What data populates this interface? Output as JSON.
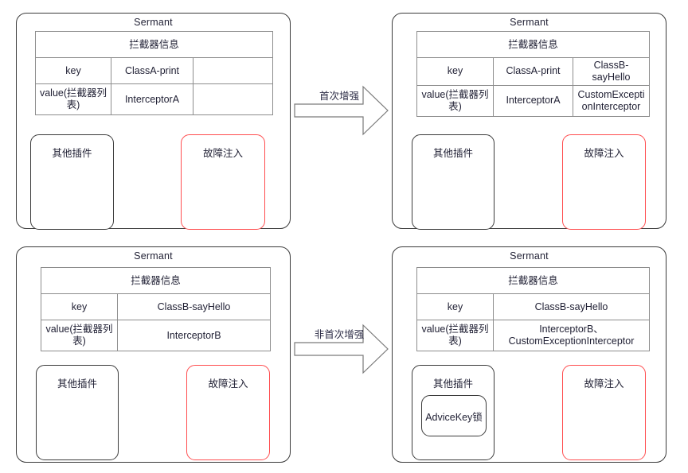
{
  "diagram": {
    "title_text": "Sermant",
    "panels": [
      {
        "id": "top-left",
        "name": "Sermant",
        "table": {
          "header": "拦截器信息",
          "rows": [
            {
              "label": "key",
              "cells": [
                "ClassA-print",
                ""
              ]
            },
            {
              "label": "value(拦截器列表)",
              "cells": [
                "InterceptorA",
                ""
              ]
            }
          ]
        },
        "plugins": {
          "other": "其他插件",
          "other_sub": "",
          "fault": "故障注入"
        }
      },
      {
        "id": "top-right",
        "name": "Sermant",
        "table": {
          "header": "拦截器信息",
          "rows": [
            {
              "label": "key",
              "cells": [
                "ClassA-print",
                "ClassB-sayHello"
              ]
            },
            {
              "label": "value(拦截器列表)",
              "cells": [
                "InterceptorA",
                "CustomExceptionInterceptor"
              ]
            }
          ]
        },
        "plugins": {
          "other": "其他插件",
          "other_sub": "",
          "fault": "故障注入"
        }
      },
      {
        "id": "bottom-left",
        "name": "Sermant",
        "table": {
          "header": "拦截器信息",
          "rows": [
            {
              "label": "key",
              "cells": [
                "ClassB-sayHello"
              ]
            },
            {
              "label": "value(拦截器列表)",
              "cells": [
                "InterceptorB"
              ]
            }
          ]
        },
        "plugins": {
          "other": "其他插件",
          "other_sub": "",
          "fault": "故障注入"
        }
      },
      {
        "id": "bottom-right",
        "name": "Sermant",
        "table": {
          "header": "拦截器信息",
          "rows": [
            {
              "label": "key",
              "cells": [
                "ClassB-sayHello"
              ]
            },
            {
              "label": "value(拦截器列表)",
              "cells": [
                "InterceptorB、CustomExceptionInterceptor"
              ]
            }
          ]
        },
        "plugins": {
          "other": "其他插件",
          "other_sub": "AdviceKey锁",
          "fault": "故障注入"
        }
      }
    ],
    "arrows": [
      {
        "id": "arrow-top",
        "label": "首次增强"
      },
      {
        "id": "arrow-bottom",
        "label": "非首次增强"
      }
    ],
    "colors": {
      "stroke": "#3b3b3b",
      "table_stroke": "#8d8d8d",
      "fault_stroke": "#ff4d4f",
      "text": "#1f1f33",
      "background": "#ffffff"
    }
  }
}
